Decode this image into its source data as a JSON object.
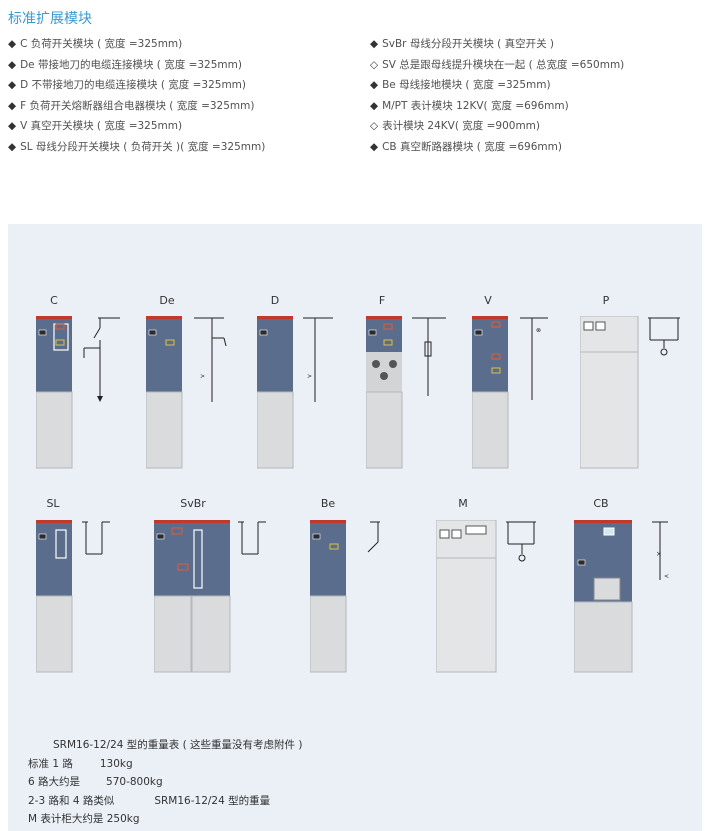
{
  "title": "标准扩展模块",
  "bullet_filled": "◆",
  "bullet_hollow": "◇",
  "modules_left": [
    {
      "bullet": "◆",
      "text": "C 负荷开关模块 ( 宽度 =325mm)"
    },
    {
      "bullet": "◆",
      "text": "De 带接地刀的电缆连接模块 ( 宽度 =325mm)"
    },
    {
      "bullet": "◆",
      "text": "D 不带接地刀的电缆连接模块 ( 宽度 =325mm)"
    },
    {
      "bullet": "◆",
      "text": "F 负荷开关熔断器组合电器模块 ( 宽度 =325mm)"
    },
    {
      "bullet": "◆",
      "text": "V 真空开关模块 ( 宽度 =325mm)"
    },
    {
      "bullet": "◆",
      "text": "SL 母线分段开关模块 ( 负荷开关 )( 宽度 =325mm)"
    }
  ],
  "modules_right": [
    {
      "bullet": "◆",
      "text": "SvBr 母线分段开关模块 ( 真空开关 )"
    },
    {
      "bullet": "◇",
      "text": "SV 总是跟母线提升模块在一起 ( 总宽度 =650mm)"
    },
    {
      "bullet": "◆",
      "text": "Be 母线接地模块 ( 宽度 =325mm)"
    },
    {
      "bullet": "◆",
      "text": "M/PT 表计模块 12KV( 宽度 =696mm)"
    },
    {
      "bullet": "◇",
      "text": "表计模块 24KV( 宽度 =900mm)"
    },
    {
      "bullet": "◆",
      "text": "CB 真空断路器模块 ( 宽度 =696mm)"
    }
  ],
  "cabinet_labels": {
    "C": "C",
    "De": "De",
    "D": "D",
    "F": "F",
    "V": "V",
    "P": "P",
    "SL": "SL",
    "SvBr": "SvBr",
    "Be": "Be",
    "M": "M",
    "CB": "CB"
  },
  "weights": {
    "heading": "SRM16-12/24 型的重量表 ( 这些重量没有考虑附件 )",
    "r1_label": "标准 1 路",
    "r1_value": "130kg",
    "r2_label": "6 路大约是",
    "r2_value": "570-800kg",
    "r3_label": "2-3 路和 4 路类似",
    "r3_value": "SRM16-12/24 型的重量",
    "r4": "M 表计柜大约是 250kg"
  },
  "colors": {
    "title": "#3a9ad2",
    "panel_bg": "#eaf0f6",
    "cabinet_blue": "#5a6d8c",
    "cabinet_grey": "#d9dbdd",
    "top_red": "#c0392b"
  }
}
